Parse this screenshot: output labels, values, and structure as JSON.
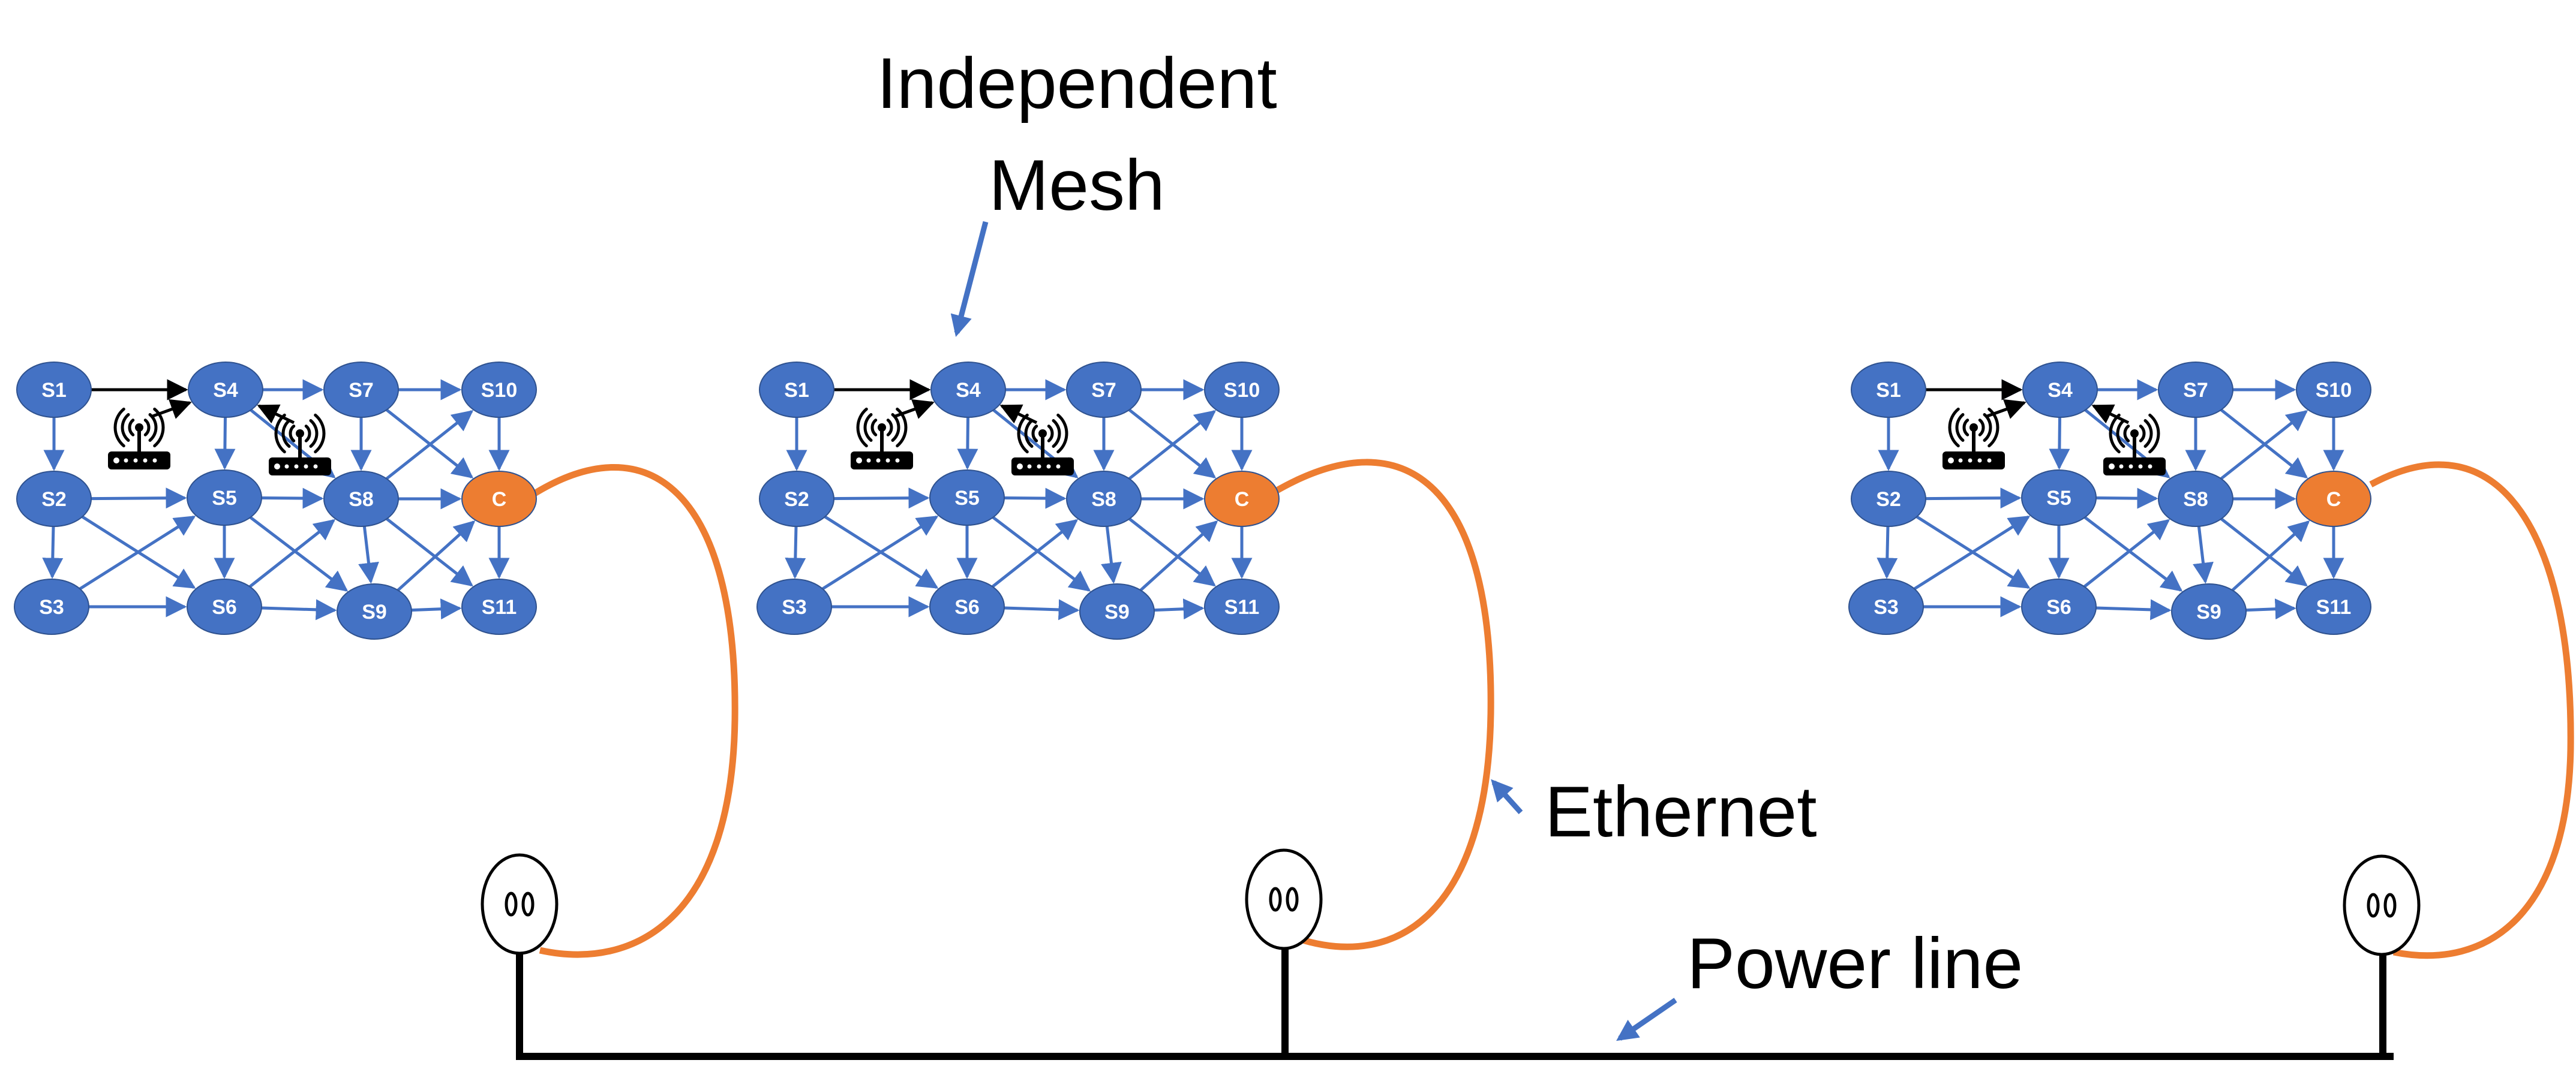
{
  "labels": {
    "independent_mesh_line1": "Independent",
    "independent_mesh_line2": "Mesh",
    "ethernet": "Ethernet",
    "power_line": "Power line"
  },
  "mesh": {
    "nodes": [
      {
        "id": "S1",
        "label": "S1",
        "kind": "sensor"
      },
      {
        "id": "S2",
        "label": "S2",
        "kind": "sensor"
      },
      {
        "id": "S3",
        "label": "S3",
        "kind": "sensor"
      },
      {
        "id": "S4",
        "label": "S4",
        "kind": "sensor"
      },
      {
        "id": "S5",
        "label": "S5",
        "kind": "sensor"
      },
      {
        "id": "S6",
        "label": "S6",
        "kind": "sensor"
      },
      {
        "id": "S7",
        "label": "S7",
        "kind": "sensor"
      },
      {
        "id": "S8",
        "label": "S8",
        "kind": "sensor"
      },
      {
        "id": "S9",
        "label": "S9",
        "kind": "sensor"
      },
      {
        "id": "S10",
        "label": "S10",
        "kind": "sensor"
      },
      {
        "id": "S11",
        "label": "S11",
        "kind": "sensor"
      },
      {
        "id": "C",
        "label": "C",
        "kind": "coordinator"
      }
    ],
    "edges": [
      [
        "S1",
        "S4"
      ],
      [
        "S1",
        "S2"
      ],
      [
        "S2",
        "S3"
      ],
      [
        "S2",
        "S5"
      ],
      [
        "S2",
        "S6"
      ],
      [
        "S3",
        "S5"
      ],
      [
        "S3",
        "S6"
      ],
      [
        "S4",
        "S5"
      ],
      [
        "S4",
        "S7"
      ],
      [
        "S4",
        "S8"
      ],
      [
        "S5",
        "S6"
      ],
      [
        "S5",
        "S8"
      ],
      [
        "S5",
        "S9"
      ],
      [
        "S6",
        "S8"
      ],
      [
        "S6",
        "S9"
      ],
      [
        "S7",
        "S10"
      ],
      [
        "S7",
        "S8"
      ],
      [
        "S7",
        "C"
      ],
      [
        "S8",
        "C"
      ],
      [
        "S8",
        "S10"
      ],
      [
        "S8",
        "S9"
      ],
      [
        "S8",
        "S11"
      ],
      [
        "S9",
        "S11"
      ],
      [
        "S9",
        "C"
      ],
      [
        "S10",
        "C"
      ],
      [
        "C",
        "S11"
      ]
    ],
    "gateway_links": [
      {
        "router": 0,
        "targets": [
          "S1",
          "S4"
        ]
      },
      {
        "router": 1,
        "targets": [
          "S4"
        ]
      }
    ]
  },
  "instances": [
    "mesh-left",
    "mesh-middle",
    "mesh-right"
  ],
  "colors": {
    "sensor": "#4472C4",
    "coordinator": "#ED7D31",
    "edge": "#4472C4",
    "ethernet": "#ED7D31",
    "power_line": "#000000",
    "pointer": "#4472C4"
  },
  "icons": [
    "wifi-router-icon",
    "power-outlet-icon"
  ]
}
